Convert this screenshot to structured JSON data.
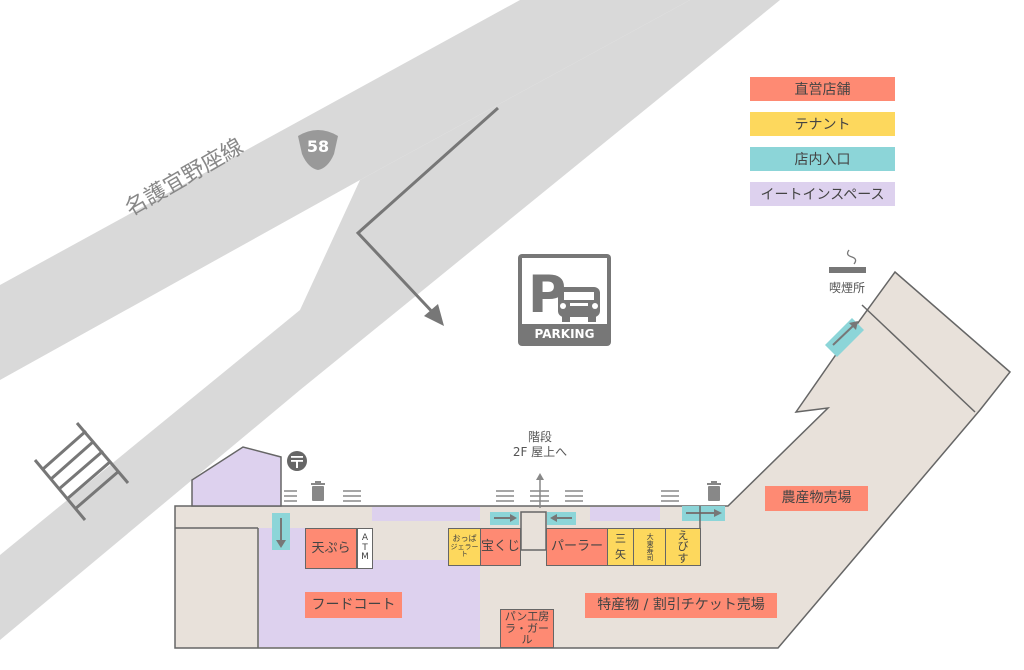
{
  "colors": {
    "direct_store": "#fe8a73",
    "tenant": "#fdd85d",
    "entrance": "#8cd5d8",
    "eat_in": "#ddd1ee",
    "floor": "#e8e1da",
    "road": "#d9d9d9",
    "line": "#666666"
  },
  "legend": [
    {
      "label": "直営店舗",
      "key": "direct_store"
    },
    {
      "label": "テナント",
      "key": "tenant"
    },
    {
      "label": "店内入口",
      "key": "entrance"
    },
    {
      "label": "イートインスペース",
      "key": "eat_in"
    }
  ],
  "road": {
    "name": "名護宜野座線",
    "route_number": "58"
  },
  "parking": {
    "label": "PARKING",
    "icon": "parking-icon"
  },
  "smoking": {
    "label": "喫煙所",
    "icon": "smoking-icon"
  },
  "stairs": {
    "line1": "階段",
    "line2": "2F 屋上へ"
  },
  "atm": {
    "letters": [
      "A",
      "T",
      "M"
    ]
  },
  "shops": {
    "tempura": "天ぷら",
    "oppa_line1": "おっぱ",
    "oppa_line2": "ジェラート",
    "takarakuji": "宝くじ",
    "parlor": "パーラー",
    "mitsuya_1": "三",
    "mitsuya_2": "矢",
    "daito_sushi": "大東寿司",
    "ebisu_1": "え",
    "ebisu_2": "び",
    "ebisu_3": "す",
    "food_court": "フードコート",
    "bakery_line1": "パン工房",
    "bakery_line2": "ラ・ガール",
    "specialty": "特産物 / 割引チケット売場",
    "produce": "農産物売場"
  },
  "icons": [
    "post-office-icon",
    "trash-icon",
    "stairs-up-icon",
    "smoking-icon",
    "parking-icon",
    "crosswalk-icon"
  ]
}
